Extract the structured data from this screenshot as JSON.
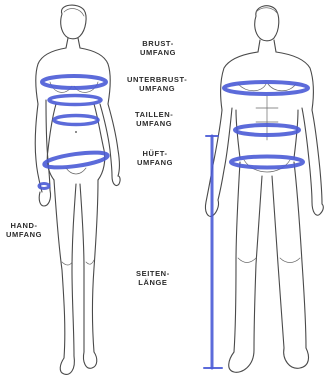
{
  "labels": {
    "brustumfang": [
      "BRUST-",
      "UMFANG"
    ],
    "unterbrustumfang": [
      "UNTERBRUST-",
      "UMFANG"
    ],
    "taillenumfang": [
      "TAILLEN-",
      "UMFANG"
    ],
    "hueftumfang": [
      "HÜFT-",
      "UMFANG"
    ],
    "handumfang": [
      "HAND-",
      "UMFANG"
    ],
    "seitenlaenge": [
      "SEITEN-",
      "LÄNGE"
    ]
  },
  "colors": {
    "band": "#4a5bd6",
    "band_dark": "#2f3fb0",
    "sketch": "#4a4a4a",
    "label": "#2b2b2b"
  }
}
